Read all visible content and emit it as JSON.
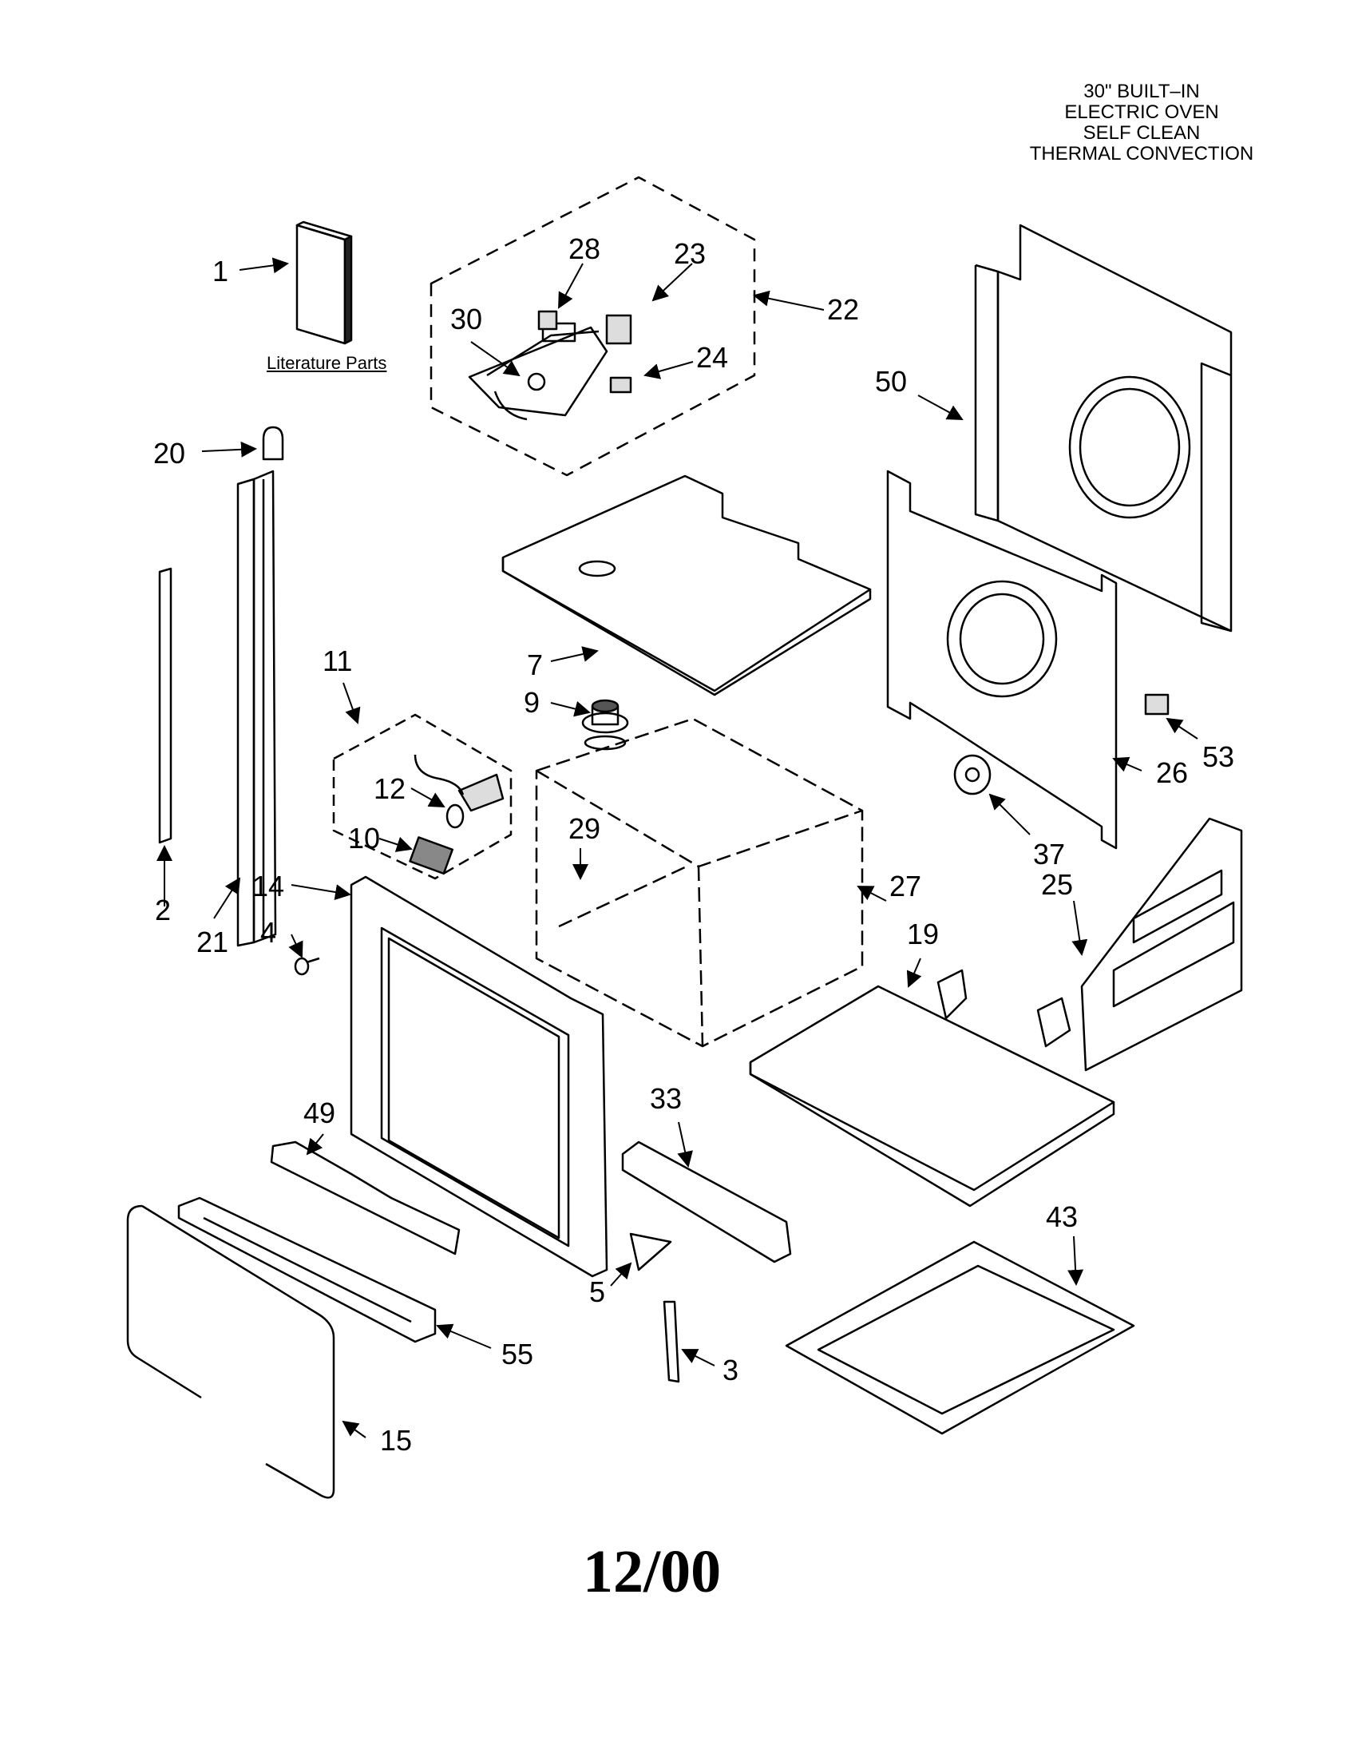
{
  "title_lines": [
    "30\" BUILT–IN",
    "ELECTRIC OVEN",
    "SELF CLEAN",
    "THERMAL CONVECTION"
  ],
  "literature_label": "Literature Parts",
  "date_code": "12/00",
  "callouts": {
    "c1": "1",
    "c2": "2",
    "c3": "3",
    "c4": "4",
    "c5": "5",
    "c7": "7",
    "c9": "9",
    "c10": "10",
    "c11": "11",
    "c12": "12",
    "c14": "14",
    "c15": "15",
    "c19": "19",
    "c20": "20",
    "c21": "21",
    "c22": "22",
    "c23": "23",
    "c24": "24",
    "c25": "25",
    "c26": "26",
    "c27": "27",
    "c28": "28",
    "c29": "29",
    "c30": "30",
    "c33": "33",
    "c37": "37",
    "c43": "43",
    "c49": "49",
    "c50": "50",
    "c53": "53",
    "c55": "55"
  }
}
